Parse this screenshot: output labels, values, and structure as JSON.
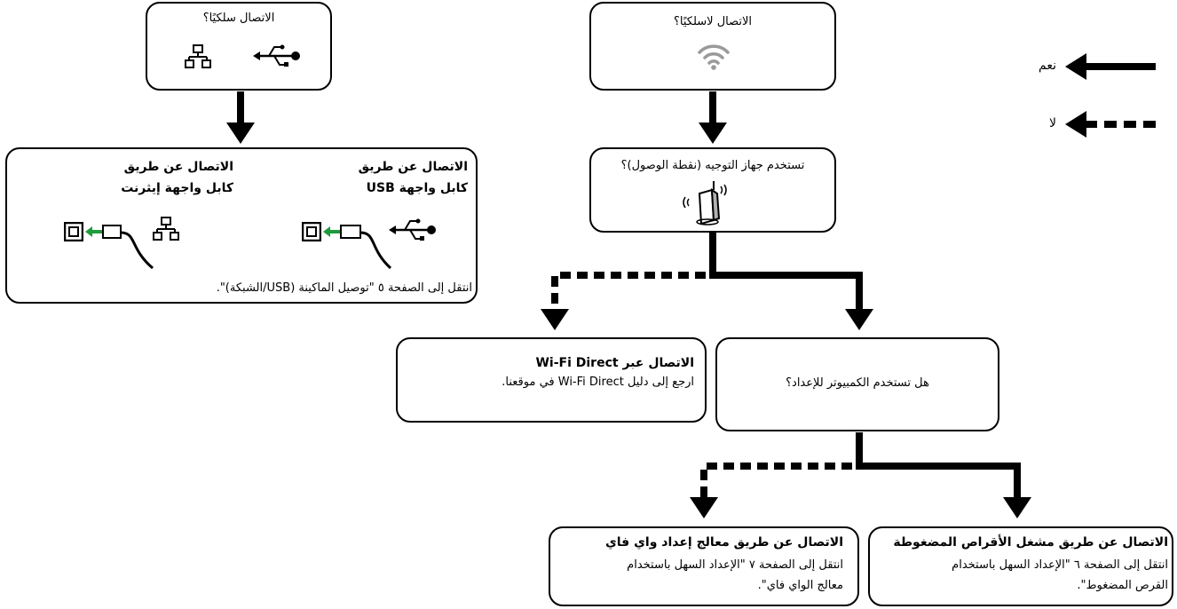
{
  "legend": {
    "yes_label": "نعم",
    "no_label": "لا"
  },
  "wired": {
    "question": "الاتصال سلكيًا؟",
    "usb_title_line1": "الاتصال عن طريق",
    "usb_title_line2": "كابل واجهة USB",
    "eth_title_line1": "الاتصال عن طريق",
    "eth_title_line2": "كابل واجهة إيثرنت",
    "goto": "انتقل إلى الصفحة ٥ \"توصيل الماكينة (USB/الشبكة)\"."
  },
  "wireless": {
    "question": "الاتصال لاسلكيًا؟",
    "router_question": "تستخدم جهاز التوجيه (نقطة الوصول)؟"
  },
  "wifi_direct": {
    "title": "الاتصال عبر Wi-Fi Direct",
    "body": "ارجع إلى دليل Wi-Fi Direct في موقعنا."
  },
  "computer": {
    "question": "هل تستخدم الكمبيوتر للإعداد؟"
  },
  "wizard": {
    "title": "الاتصال عن طريق معالج إعداد واي فاي",
    "body_line1": "انتقل إلى الصفحة ٧ \"الإعداد السهل باستخدام",
    "body_line2": "معالج الواي فاي\"."
  },
  "cdrom": {
    "title": "الاتصال عن طريق مشغل الأقراص المضغوطة",
    "body_line1": "انتقل إلى الصفحة ٦ \"الإعداد السهل باستخدام",
    "body_line2": "القرص المضغوط\"."
  },
  "colors": {
    "arrow": "#000000",
    "plug_arrow": "#1f9a3c",
    "wifi_icon": "#9a9a9a"
  }
}
